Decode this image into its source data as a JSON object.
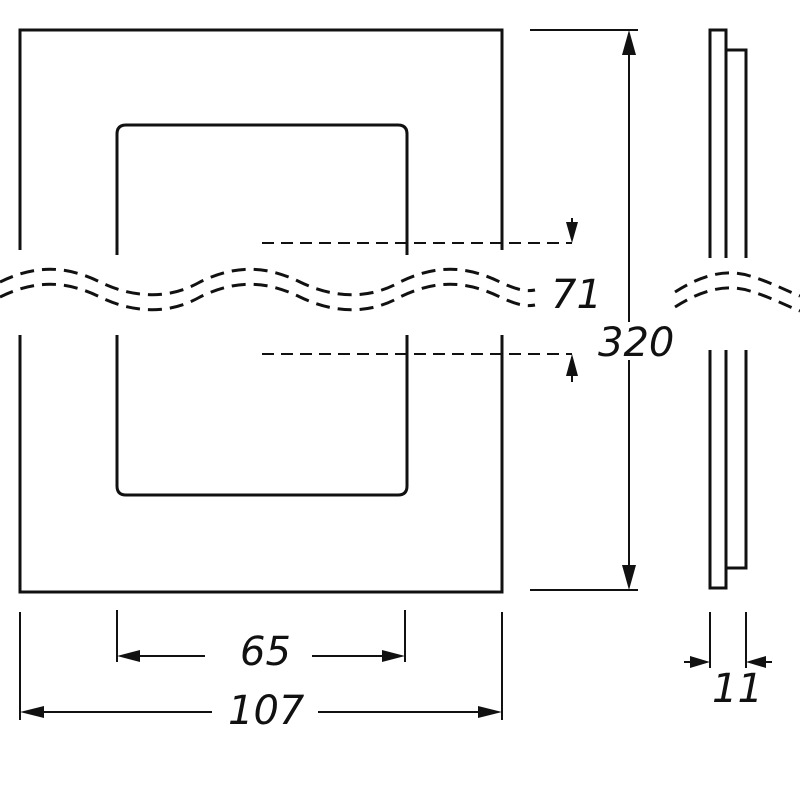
{
  "dimensions": {
    "overall_width": "107",
    "inner_width": "65",
    "overall_height": "320",
    "break_height": "71",
    "depth": "11"
  },
  "colors": {
    "line": "#111111",
    "background": "#ffffff"
  }
}
